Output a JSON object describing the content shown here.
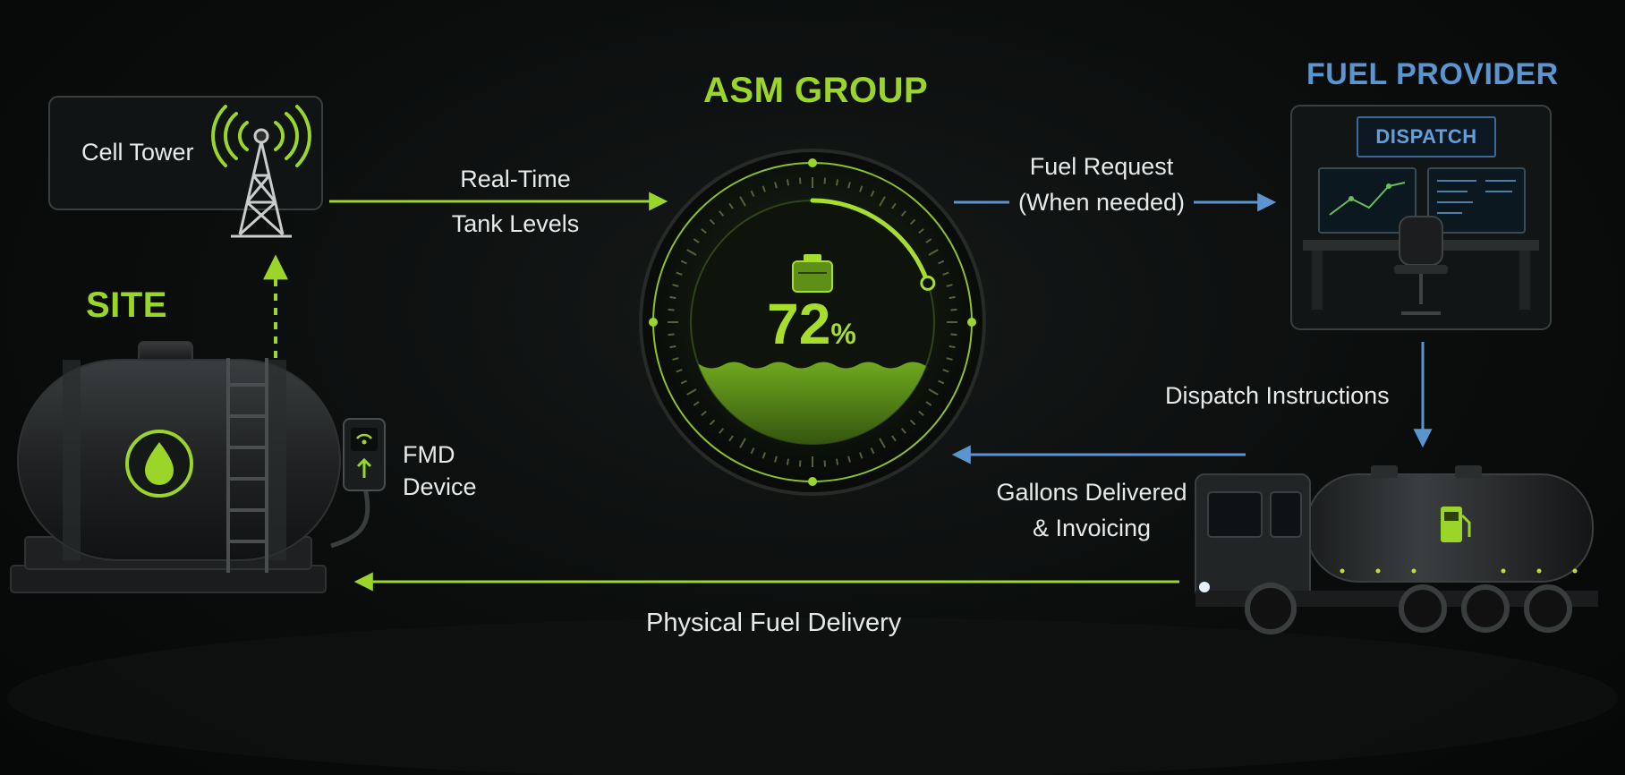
{
  "titles": {
    "asm_group": "ASM GROUP",
    "fuel_provider": "FUEL PROVIDER",
    "site": "SITE",
    "dispatch": "DISPATCH"
  },
  "gauge": {
    "value": "72",
    "unit": "%",
    "level": 0.72
  },
  "nodes": {
    "cell_tower": "Cell Tower",
    "fmd_line1": "FMD",
    "fmd_line2": "Device"
  },
  "flows": {
    "realtime_line1": "Real-Time",
    "realtime_line2": "Tank Levels",
    "fuel_request_line1": "Fuel Request",
    "fuel_request_line2": "(When needed)",
    "dispatch_instructions": "Dispatch Instructions",
    "gallons_line1": "Gallons Delivered",
    "gallons_line2": "& Invoicing",
    "physical_delivery": "Physical Fuel Delivery"
  },
  "colors": {
    "green": "#9bd52a",
    "blue": "#5b95cf",
    "background": "#0b0d0d"
  }
}
